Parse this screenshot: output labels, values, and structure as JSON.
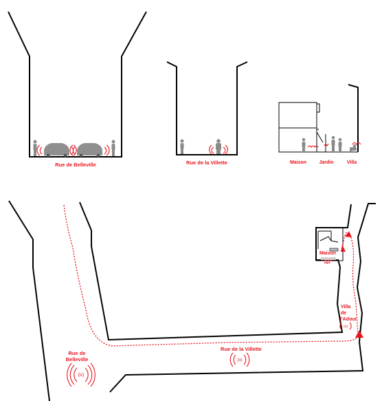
{
  "colors": {
    "accent": "#e8141e",
    "line": "#000000",
    "figure": "#8a8a8a"
  },
  "sections": [
    {
      "label": "Rue de Belleville"
    },
    {
      "label": "Rue de la Villette"
    },
    {
      "labels": [
        "Maison",
        "Jardin",
        "Villa"
      ]
    }
  ],
  "plan": {
    "labels": {
      "rue_de_belleville": [
        "Rue de",
        "Belleville"
      ],
      "rue_de_la_villette": "Rue de la Villette",
      "villa_de_ladour": [
        "Villa",
        "de",
        "l'Adour"
      ],
      "maison": "Maison"
    }
  }
}
